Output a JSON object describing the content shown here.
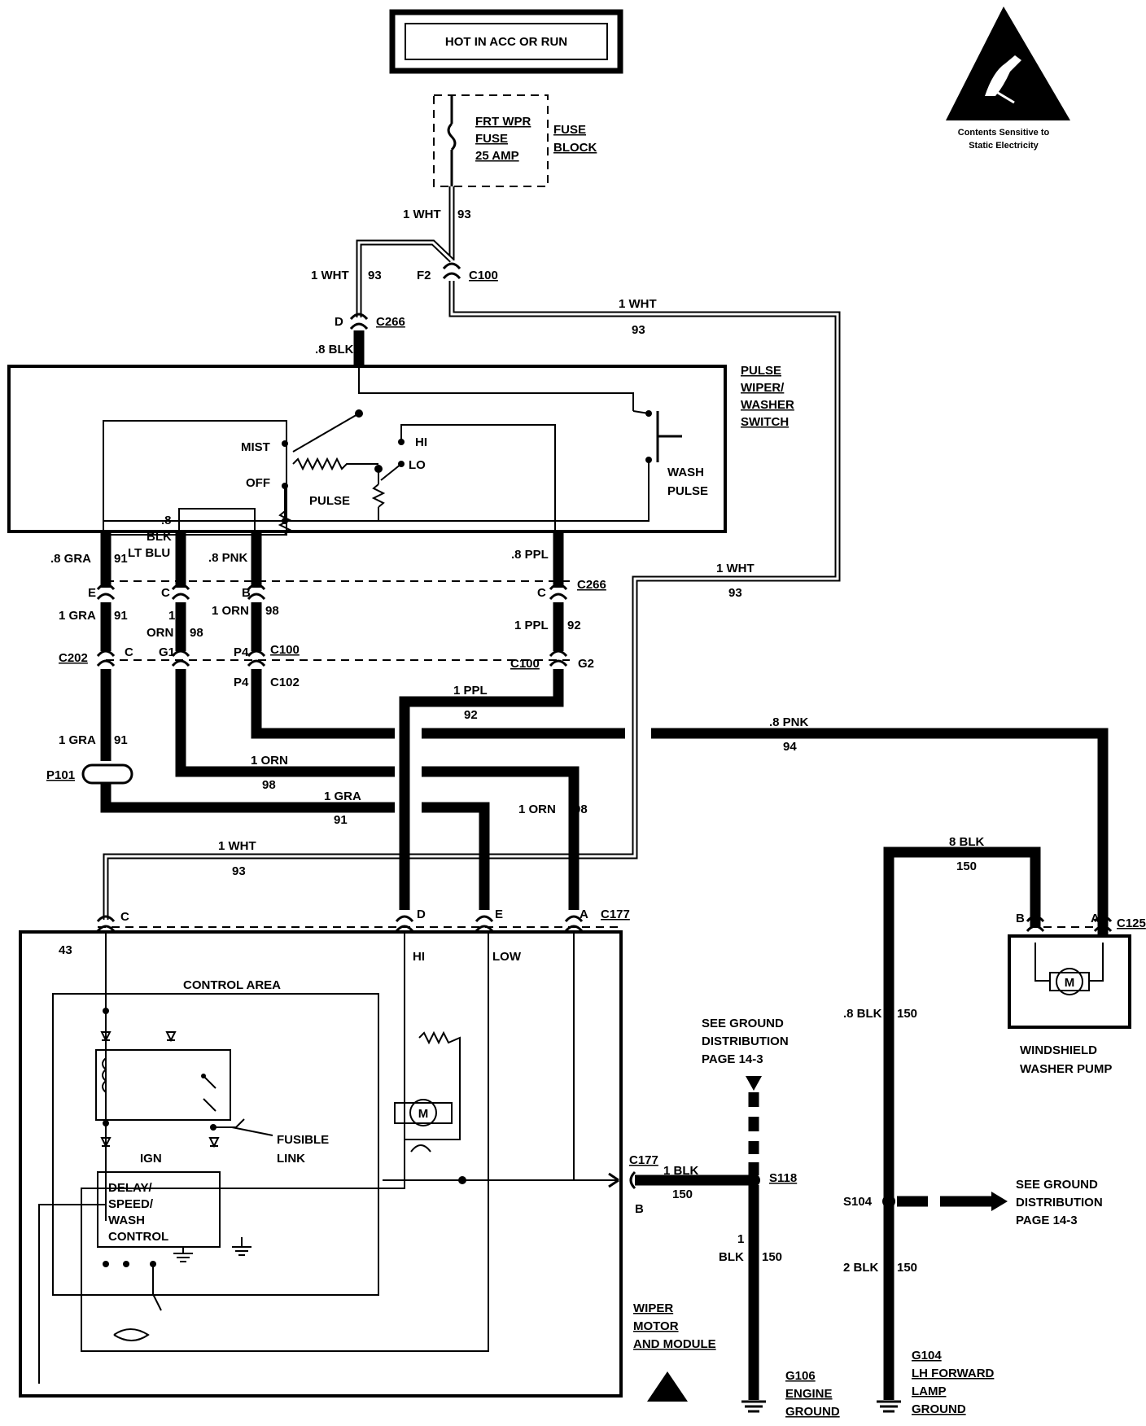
{
  "power_source": "HOT IN ACC OR RUN",
  "warning": {
    "line1": "Contents Sensitive to",
    "line2": "Static Electricity"
  },
  "fuse": {
    "line1": "FRT WPR",
    "line2": "FUSE",
    "line3": "25 AMP"
  },
  "fuse_block": {
    "line1": "FUSE",
    "line2": "BLOCK"
  },
  "switch_label": {
    "line1": "PULSE",
    "line2": "WIPER/",
    "line3": "WASHER",
    "line4": "SWITCH"
  },
  "switch_positions": {
    "mist": "MIST",
    "off": "OFF",
    "pulse": "PULSE",
    "hi": "HI",
    "lo": "LO",
    "wash": "WASH",
    "wash_pulse": "PULSE"
  },
  "module": {
    "pin_count": "43",
    "control_area": "CONTROL AREA",
    "hi": "HI",
    "low": "LOW",
    "fusible_link": {
      "line1": "FUSIBLE",
      "line2": "LINK"
    },
    "ign": "IGN",
    "control": {
      "line1": "DELAY/",
      "line2": "SPEED/",
      "line3": "WASH",
      "line4": "CONTROL"
    },
    "label": {
      "line1": "WIPER",
      "line2": "MOTOR",
      "line3": "AND MODULE"
    }
  },
  "pump_label": {
    "line1": "WINDSHIELD",
    "line2": "WASHER PUMP"
  },
  "motor_symbol": "M",
  "see_ground_1": {
    "line1": "SEE GROUND",
    "line2": "DISTRIBUTION",
    "line3": "PAGE 14-3"
  },
  "see_ground_2": {
    "line1": "SEE GROUND",
    "line2": "DISTRIBUTION",
    "line3": "PAGE 14-3"
  },
  "grounds": {
    "g106": {
      "id": "G106",
      "line1": "ENGINE",
      "line2": "GROUND"
    },
    "g104": {
      "id": "G104",
      "line1": "LH FORWARD",
      "line2": "LAMP",
      "line3": "GROUND"
    }
  },
  "connectors": {
    "c100": "C100",
    "c266": "C266",
    "c202": "C202",
    "c102": "C102",
    "c177": "C177",
    "c125": "C125",
    "p101": "P101",
    "s118": "S118",
    "s104": "S104"
  },
  "pins": {
    "f2": "F2",
    "d": "D",
    "c": "C",
    "e": "E",
    "b": "B",
    "a": "A",
    "g1": "G1",
    "g2": "G2",
    "p4": "P4"
  },
  "wires": {
    "wht1": "1 WHT",
    "n93": "93",
    "blk8": ".8 BLK",
    "gra8": ".8 GRA",
    "gra1": "1 GRA",
    "n91": "91",
    "blk8a": ".8",
    "blk8b": "BLK",
    "ltblu": "LT BLU",
    "pnk8": ".8 PNK",
    "ppl8": ".8 PPL",
    "ppl1": "1 PPL",
    "n92": "92",
    "orn1": "1 ORN",
    "n98": "98",
    "orn_split1": "1",
    "orn_split2": "ORN",
    "n94": "94",
    "blk8c": "8 BLK",
    "n150": "150",
    "blk1": "1 BLK",
    "n1": "1",
    "blk": "BLK",
    "blk2": "2 BLK"
  }
}
